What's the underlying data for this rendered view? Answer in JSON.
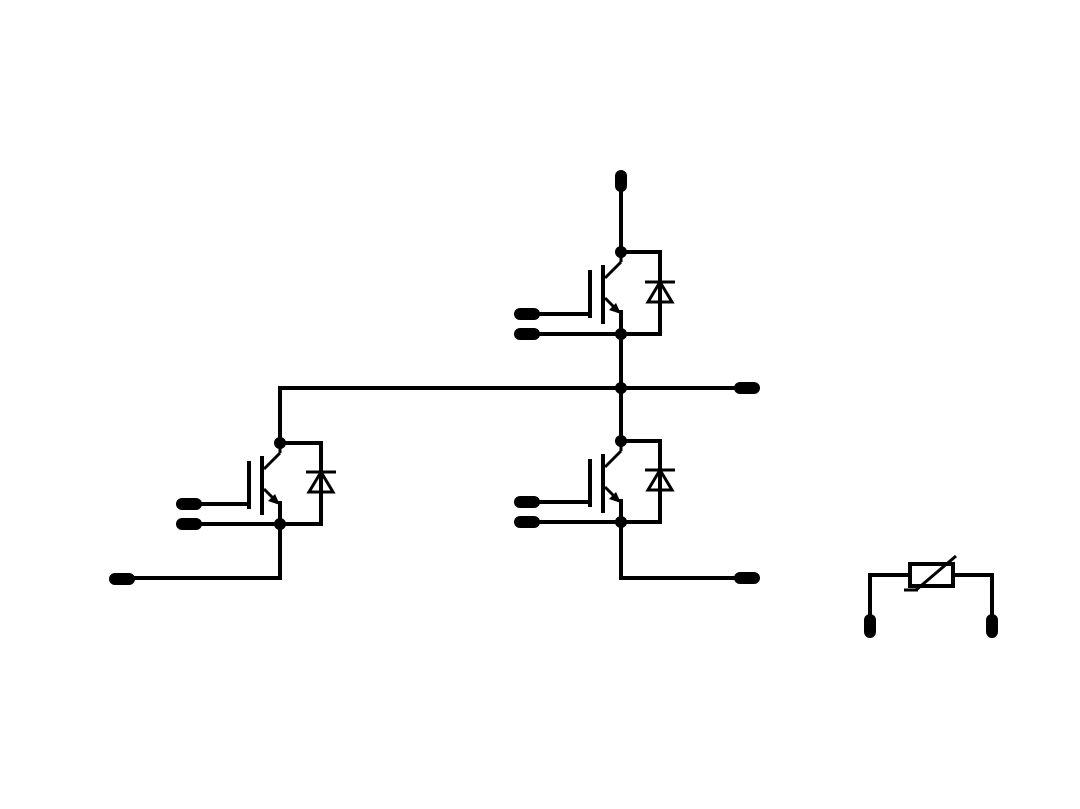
{
  "diagram": {
    "type": "schematic",
    "components": [
      {
        "kind": "igbt-with-antiparallel-diode",
        "name": "upper-right-switch"
      },
      {
        "kind": "igbt-with-antiparallel-diode",
        "name": "lower-right-switch"
      },
      {
        "kind": "igbt-with-antiparallel-diode",
        "name": "left-switch"
      },
      {
        "kind": "thermistor",
        "name": "ntc-thermistor"
      }
    ],
    "terminals_count": 12,
    "line_color": "#000000",
    "background_color": "#ffffff"
  }
}
